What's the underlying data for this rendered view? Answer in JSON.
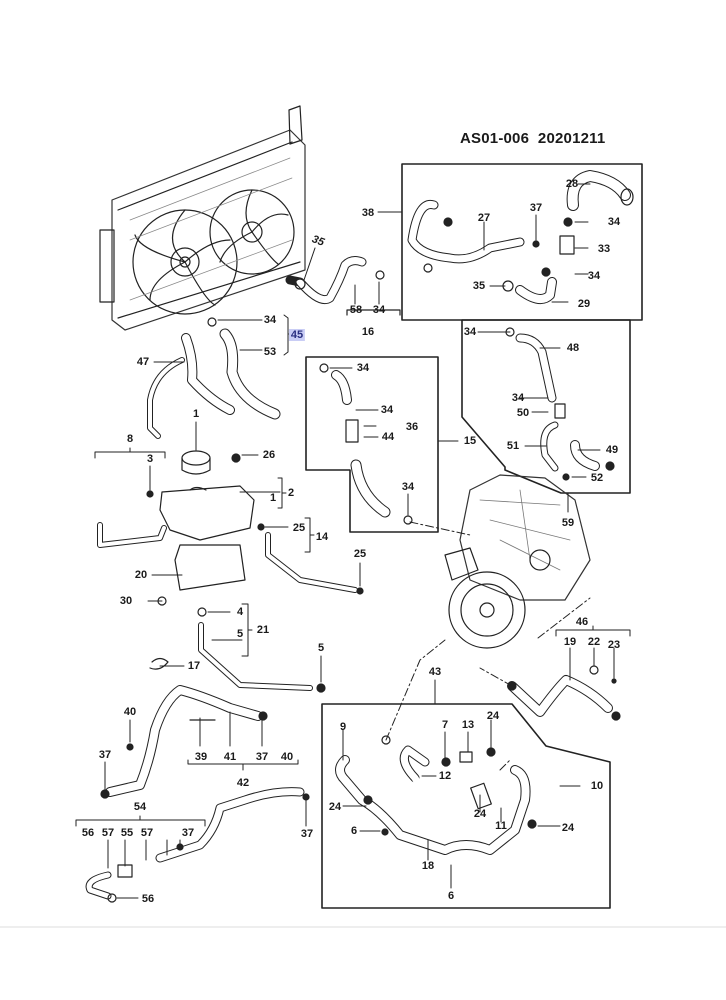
{
  "diagram": {
    "code": "AS01-006",
    "date": "20201211",
    "highlighted_callout": "45",
    "highlight_color": "#c9cdf5",
    "callouts": [
      {
        "id": "c38",
        "text": "38"
      },
      {
        "id": "c27",
        "text": "27"
      },
      {
        "id": "c37a",
        "text": "37"
      },
      {
        "id": "c28",
        "text": "28"
      },
      {
        "id": "c34a",
        "text": "34"
      },
      {
        "id": "c33",
        "text": "33"
      },
      {
        "id": "c34b",
        "text": "34"
      },
      {
        "id": "c35a",
        "text": "35"
      },
      {
        "id": "c29",
        "text": "29"
      },
      {
        "id": "c35b",
        "text": "35"
      },
      {
        "id": "c58",
        "text": "58"
      },
      {
        "id": "c34c",
        "text": "34"
      },
      {
        "id": "c16",
        "text": "16"
      },
      {
        "id": "c34d",
        "text": "34"
      },
      {
        "id": "c45",
        "text": "45"
      },
      {
        "id": "c53",
        "text": "53"
      },
      {
        "id": "c47",
        "text": "47"
      },
      {
        "id": "c34e",
        "text": "34"
      },
      {
        "id": "c34f",
        "text": "34"
      },
      {
        "id": "c36",
        "text": "36"
      },
      {
        "id": "c44",
        "text": "44"
      },
      {
        "id": "c15",
        "text": "15"
      },
      {
        "id": "c34g",
        "text": "34"
      },
      {
        "id": "c34h",
        "text": "34"
      },
      {
        "id": "c48",
        "text": "48"
      },
      {
        "id": "c34i",
        "text": "34"
      },
      {
        "id": "c50",
        "text": "50"
      },
      {
        "id": "c51",
        "text": "51"
      },
      {
        "id": "c49",
        "text": "49"
      },
      {
        "id": "c52",
        "text": "52"
      },
      {
        "id": "c59",
        "text": "59"
      },
      {
        "id": "c1a",
        "text": "1"
      },
      {
        "id": "c8",
        "text": "8"
      },
      {
        "id": "c3",
        "text": "3"
      },
      {
        "id": "c26",
        "text": "26"
      },
      {
        "id": "c1b",
        "text": "1"
      },
      {
        "id": "c2",
        "text": "2"
      },
      {
        "id": "c25a",
        "text": "25"
      },
      {
        "id": "c14",
        "text": "14"
      },
      {
        "id": "c20",
        "text": "20"
      },
      {
        "id": "c25b",
        "text": "25"
      },
      {
        "id": "c30",
        "text": "30"
      },
      {
        "id": "c4",
        "text": "4"
      },
      {
        "id": "c5a",
        "text": "5"
      },
      {
        "id": "c21",
        "text": "21"
      },
      {
        "id": "c17",
        "text": "17"
      },
      {
        "id": "c5b",
        "text": "5"
      },
      {
        "id": "c46",
        "text": "46"
      },
      {
        "id": "c19",
        "text": "19"
      },
      {
        "id": "c22",
        "text": "22"
      },
      {
        "id": "c23",
        "text": "23"
      },
      {
        "id": "c43",
        "text": "43"
      },
      {
        "id": "c40a",
        "text": "40"
      },
      {
        "id": "c37b",
        "text": "37"
      },
      {
        "id": "c39",
        "text": "39"
      },
      {
        "id": "c41",
        "text": "41"
      },
      {
        "id": "c37c",
        "text": "37"
      },
      {
        "id": "c40b",
        "text": "40"
      },
      {
        "id": "c42",
        "text": "42"
      },
      {
        "id": "c54",
        "text": "54"
      },
      {
        "id": "c56a",
        "text": "56"
      },
      {
        "id": "c57a",
        "text": "57"
      },
      {
        "id": "c55",
        "text": "55"
      },
      {
        "id": "c57b",
        "text": "57"
      },
      {
        "id": "c37d",
        "text": "37"
      },
      {
        "id": "c56b",
        "text": "56"
      },
      {
        "id": "c37e",
        "text": "37"
      },
      {
        "id": "c9",
        "text": "9"
      },
      {
        "id": "c7",
        "text": "7"
      },
      {
        "id": "c13",
        "text": "13"
      },
      {
        "id": "c24a",
        "text": "24"
      },
      {
        "id": "c12",
        "text": "12"
      },
      {
        "id": "c10",
        "text": "10"
      },
      {
        "id": "c24b",
        "text": "24"
      },
      {
        "id": "c24c",
        "text": "24"
      },
      {
        "id": "c11",
        "text": "11"
      },
      {
        "id": "c6a",
        "text": "6"
      },
      {
        "id": "c18",
        "text": "18"
      },
      {
        "id": "c24d",
        "text": "24"
      },
      {
        "id": "c6b",
        "text": "6"
      }
    ]
  }
}
